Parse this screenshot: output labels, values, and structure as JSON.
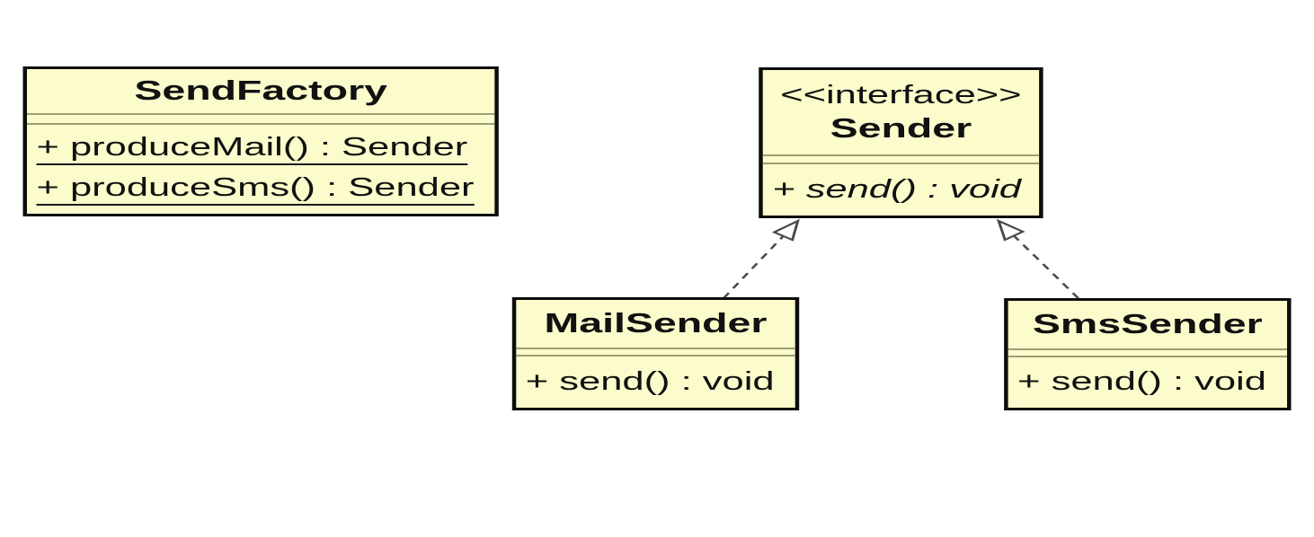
{
  "diagram": {
    "type": "uml-class-diagram",
    "colors": {
      "class_fill": "#FBFBCB",
      "class_border": "#0D0D0D",
      "separator_line": "#9E9E79",
      "arrow": "#4A4A4A",
      "background": "#FFFFFF"
    },
    "classes": [
      {
        "name": "SendFactory",
        "stereotype": "",
        "methods": [
          {
            "label": "+ produceMail() : Sender",
            "static": true,
            "abstract": false
          },
          {
            "label": "+ produceSms() : Sender",
            "static": true,
            "abstract": false
          }
        ]
      },
      {
        "name": "Sender",
        "stereotype": "<<interface>>",
        "methods": [
          {
            "label": "+ send() : void",
            "static": false,
            "abstract": true
          }
        ]
      },
      {
        "name": "MailSender",
        "stereotype": "",
        "methods": [
          {
            "label": "+ send() : void",
            "static": false,
            "abstract": false
          }
        ]
      },
      {
        "name": "SmsSender",
        "stereotype": "",
        "methods": [
          {
            "label": "+ send() : void",
            "static": false,
            "abstract": false
          }
        ]
      }
    ],
    "relations": [
      {
        "type": "realization",
        "from": "MailSender",
        "to": "Sender",
        "style": "dashed-hollow-triangle"
      },
      {
        "type": "realization",
        "from": "SmsSender",
        "to": "Sender",
        "style": "dashed-hollow-triangle"
      }
    ]
  }
}
